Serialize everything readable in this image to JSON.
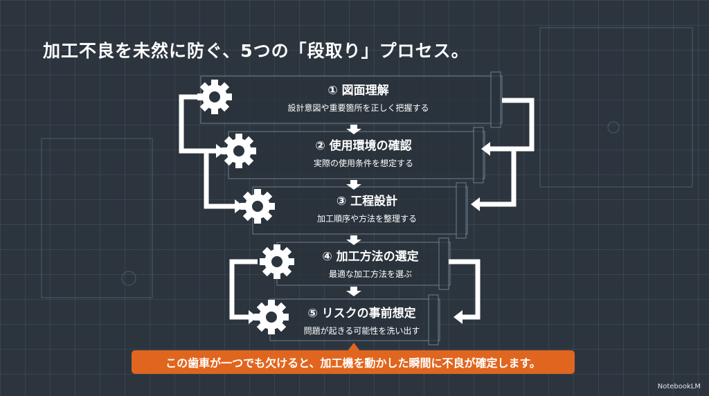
{
  "title": "加工不良を未然に防ぐ、5つの「段取り」プロセス。",
  "steps": [
    {
      "title": "① 図面理解",
      "desc": "設計意図や重要箇所を正しく把握する"
    },
    {
      "title": "② 使用環境の確認",
      "desc": "実際の使用条件を想定する"
    },
    {
      "title": "③ 工程設計",
      "desc": "加工順序や方法を整理する"
    },
    {
      "title": "④ 加工方法の選定",
      "desc": "最適な加工方法を選ぶ"
    },
    {
      "title": "⑤ リスクの事前想定",
      "desc": "問題が起きる可能性を洗い出す"
    }
  ],
  "banner": "この歯車が一つでも欠けると、加工機を動かした瞬間に不良が確定します。",
  "logo": "NotebookLM",
  "colors": {
    "background": "#2c353e",
    "accent": "#e0661f"
  }
}
